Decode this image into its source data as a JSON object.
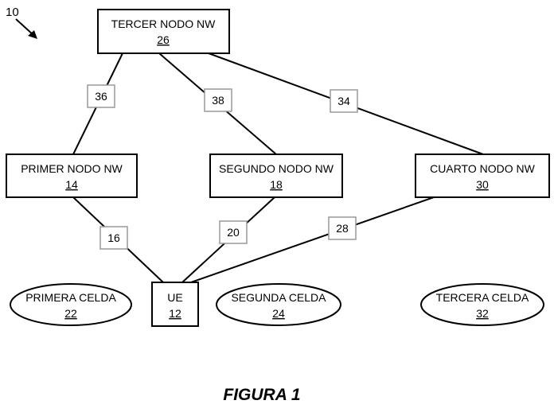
{
  "figure": {
    "ref": "10",
    "caption": "FIGURA 1"
  },
  "nodes": {
    "third_nw": {
      "label": "TERCER NODO NW",
      "ref": "26"
    },
    "first_nw": {
      "label": "PRIMER NODO NW",
      "ref": "14"
    },
    "second_nw": {
      "label": "SEGUNDO NODO NW",
      "ref": "18"
    },
    "fourth_nw": {
      "label": "CUARTO NODO NW",
      "ref": "30"
    },
    "ue": {
      "label": "UE",
      "ref": "12"
    }
  },
  "cells": {
    "first": {
      "label": "PRIMERA CELDA",
      "ref": "22"
    },
    "second": {
      "label": "SEGUNDA CELDA",
      "ref": "24"
    },
    "third": {
      "label": "TERCERA CELDA",
      "ref": "32"
    }
  },
  "connections": {
    "c36": "36",
    "c38": "38",
    "c34": "34",
    "c16": "16",
    "c20": "20",
    "c28": "28"
  }
}
